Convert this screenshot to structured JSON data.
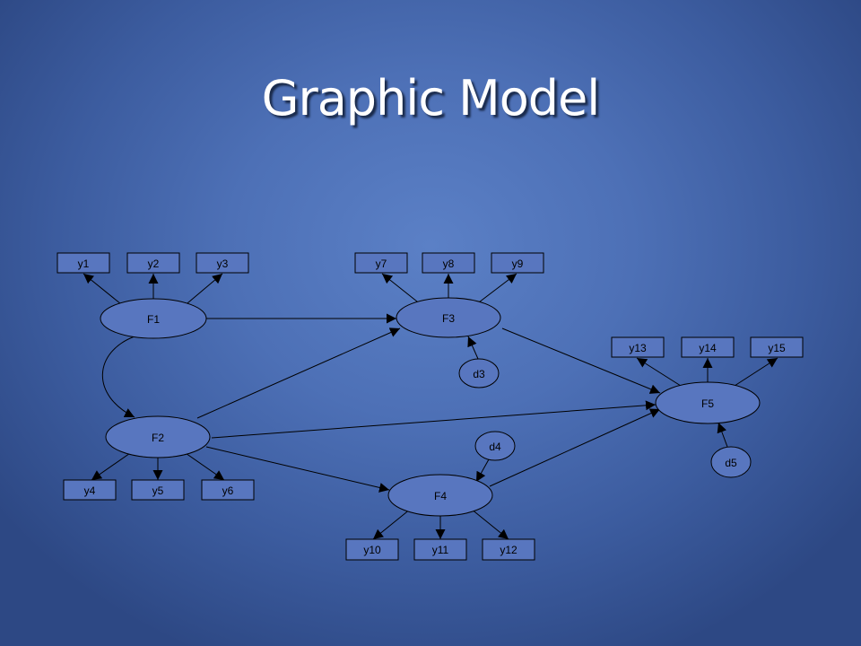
{
  "slide": {
    "title": "Graphic Model"
  },
  "diagram": {
    "factors": {
      "F1": "F1",
      "F2": "F2",
      "F3": "F3",
      "F4": "F4",
      "F5": "F5"
    },
    "disturbances": {
      "d3": "d3",
      "d4": "d4",
      "d5": "d5"
    },
    "indicators": {
      "y1": "y1",
      "y2": "y2",
      "y3": "y3",
      "y4": "y4",
      "y5": "y5",
      "y6": "y6",
      "y7": "y7",
      "y8": "y8",
      "y9": "y9",
      "y10": "y10",
      "y11": "y11",
      "y12": "y12",
      "y13": "y13",
      "y14": "y14",
      "y15": "y15"
    },
    "paths": [
      [
        "F1",
        "F3"
      ],
      [
        "F2",
        "F3"
      ],
      [
        "F2",
        "F5"
      ],
      [
        "F2",
        "F4"
      ],
      [
        "F3",
        "F5"
      ],
      [
        "F4",
        "F5"
      ],
      [
        "d3",
        "F3"
      ],
      [
        "d4",
        "F4"
      ],
      [
        "d5",
        "F5"
      ]
    ],
    "covariances": [
      [
        "F1",
        "F2"
      ]
    ]
  }
}
